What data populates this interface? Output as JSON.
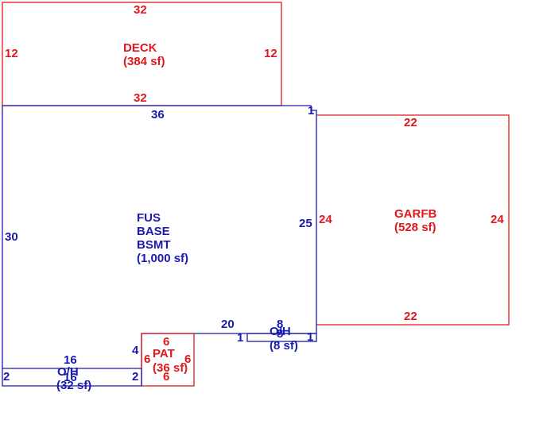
{
  "colors": {
    "blue": "#1a1ab0",
    "red": "#e0171b"
  },
  "deck": {
    "name": "DECK",
    "area": "(384 sf)",
    "top": "32",
    "bottom": "32",
    "left": "12",
    "right": "12"
  },
  "house": {
    "name1": "FUS",
    "name2": "BASE",
    "name3": "BSMT",
    "area": "(1,000 sf)",
    "top": "36",
    "left": "30",
    "right": "25",
    "corner": "1",
    "step_width": "20",
    "step_left": "4",
    "step_right": "1"
  },
  "garage": {
    "name": "GARFB",
    "area": "(528 sf)",
    "top": "22",
    "bottom": "22",
    "left": "24",
    "right": "24"
  },
  "patio": {
    "name": "PAT",
    "area": "(36 sf)",
    "top": "6",
    "bottom": "6",
    "left": "6",
    "right": "6"
  },
  "overhang_right": {
    "name": "O/H",
    "area": "(8 sf)",
    "top": "8",
    "bottom": "8",
    "left": "1",
    "right": "1"
  },
  "overhang_left": {
    "name": "O/H",
    "area": "(32 sf)",
    "top": "16",
    "bottom": "16",
    "left": "2",
    "right": "2"
  }
}
